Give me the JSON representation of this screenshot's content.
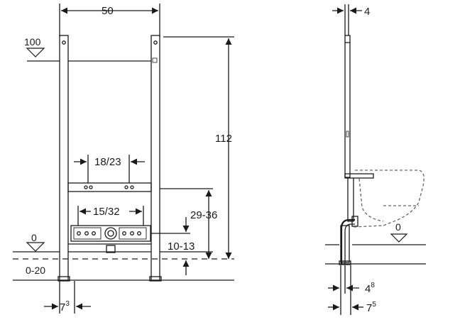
{
  "front_view": {
    "width_top": "50",
    "level_top": "100",
    "level_floor": "0",
    "floor_range": "0-20",
    "height_total": "112",
    "inner_spacing_upper": "18/23",
    "inner_spacing_lower": "15/32",
    "height_mid": "29-36",
    "height_low": "10-13",
    "foot_offset": {
      "base": "7",
      "sup": "3"
    }
  },
  "side_view": {
    "depth_top": "4",
    "level_floor": "0",
    "depth_low_a": {
      "base": "4",
      "sup": "8"
    },
    "depth_low_b": {
      "base": "7",
      "sup": "5"
    }
  },
  "colors": {
    "line": "#1a1a1a",
    "dashed": "#666666",
    "background": "#ffffff"
  }
}
